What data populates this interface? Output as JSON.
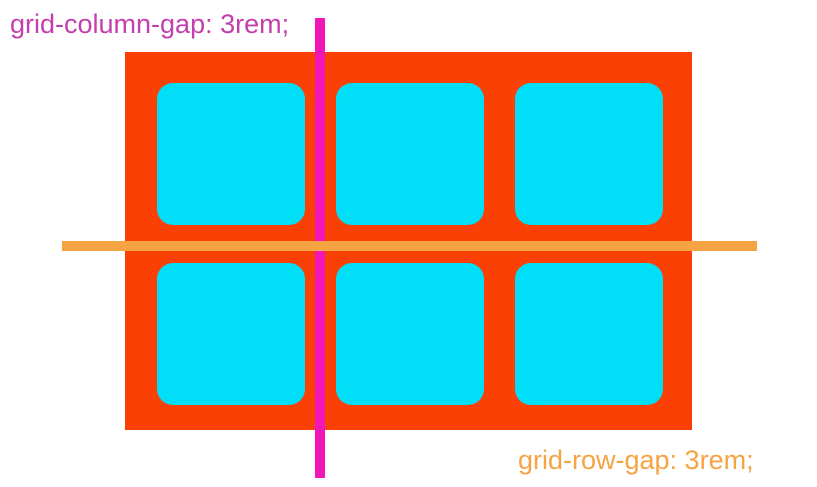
{
  "labels": {
    "column_gap": "grid-column-gap: 3rem;",
    "row_gap": "grid-row-gap: 3rem;"
  },
  "grid": {
    "columns": 3,
    "rows": 2,
    "cell_count": 6,
    "column_gap_value": "3rem",
    "row_gap_value": "3rem"
  },
  "colors": {
    "background": "#ffffff",
    "container": "#fb4005",
    "cell": "#00dff7",
    "column_gap_line": "#f216b8",
    "column_gap_text": "#c43fad",
    "row_gap_line": "#f5a343",
    "row_gap_text": "#f5a343"
  }
}
